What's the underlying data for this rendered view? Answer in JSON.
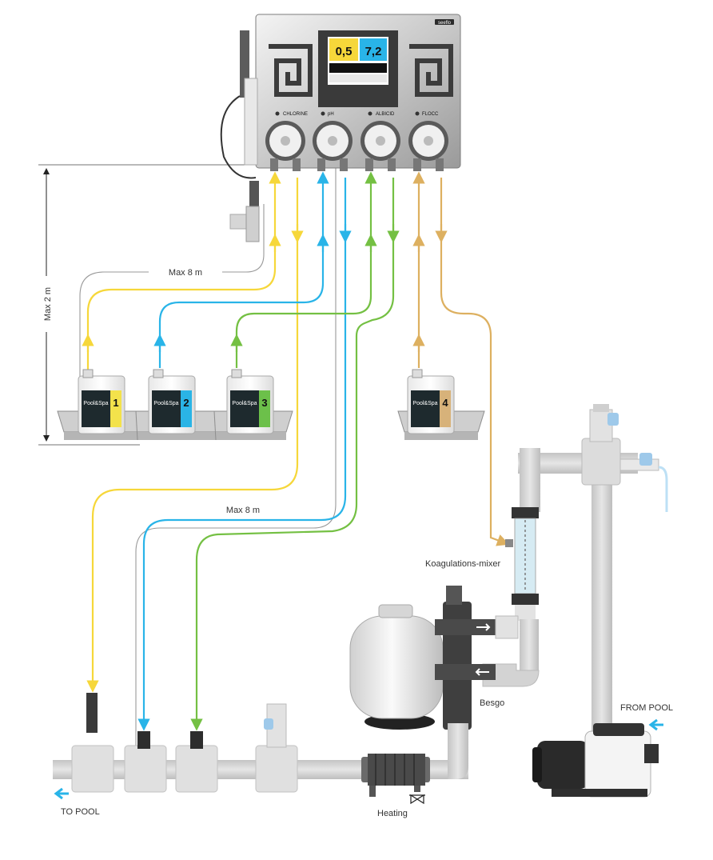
{
  "labels": {
    "max_8m_top": "Max 8 m",
    "max_8m_bottom": "Max 8 m",
    "max_2m": "Max 2 m",
    "koagulations_mixer": "Koagulations-mixer",
    "besgo": "Besgo",
    "from_pool": "FROM POOL",
    "to_pool": "TO POOL",
    "heating": "Heating"
  },
  "controller": {
    "brand": "seeflo",
    "screen": {
      "chlorine_value": "0,5",
      "ph_value": "7,2"
    },
    "pumps": [
      {
        "label": "CHLORINE"
      },
      {
        "label": "pH"
      },
      {
        "label": "ALBICID"
      },
      {
        "label": "FLOCC"
      }
    ]
  },
  "canisters": [
    {
      "number": "1",
      "brand": "Pool&Spa",
      "color": "#f3e24b"
    },
    {
      "number": "2",
      "brand": "Pool&Spa",
      "color": "#2ab4e6"
    },
    {
      "number": "3",
      "brand": "Pool&Spa",
      "color": "#6cc04a"
    },
    {
      "number": "4",
      "brand": "Pool&Spa",
      "color": "#d7b27a"
    }
  ],
  "colors": {
    "chlorine_line": "#f6d73a",
    "ph_line": "#29b4e8",
    "albicid_line": "#74c043",
    "flocc_line": "#ddb060",
    "pipe": "#d9d9d9",
    "flow_arrow": "#29b4e8"
  },
  "icons": {
    "flow_in": "arrow-left-icon",
    "flow_out": "arrow-left-icon",
    "valve": "valve-icon"
  }
}
